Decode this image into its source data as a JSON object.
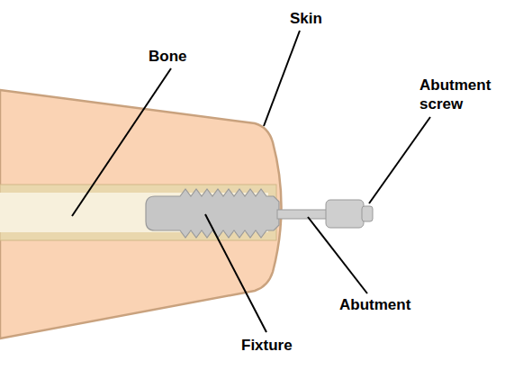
{
  "diagram": {
    "labels": [
      "Skin",
      "Bone",
      "Abutment screw",
      "Abutment",
      "Fixture"
    ]
  }
}
